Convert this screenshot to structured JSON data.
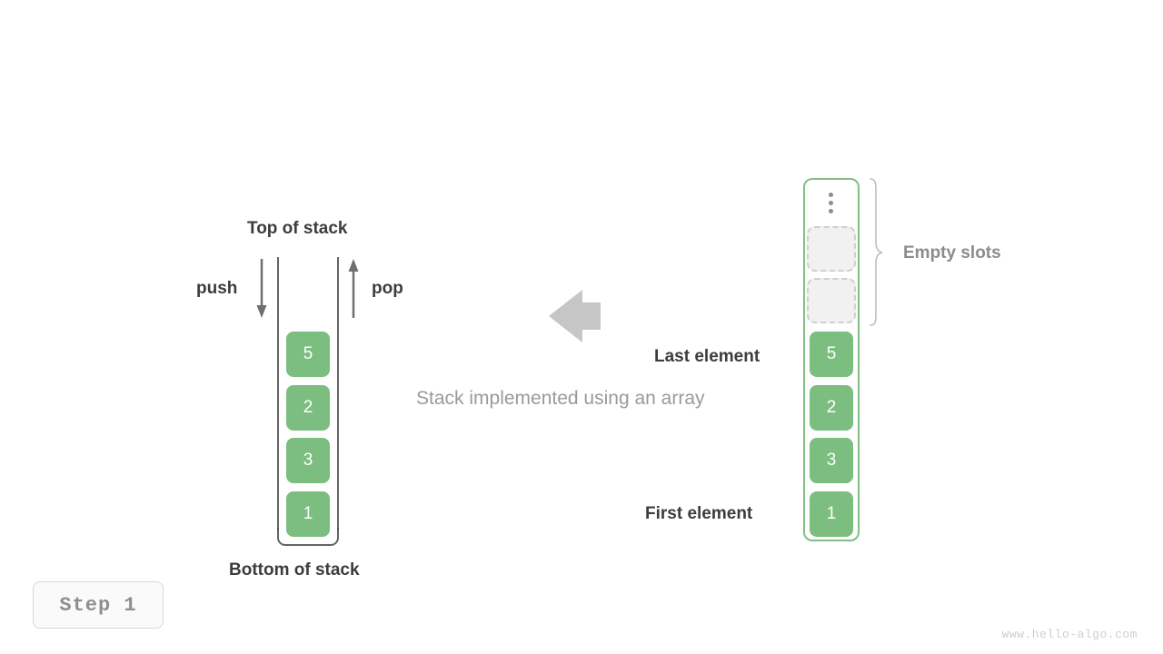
{
  "diagram": {
    "caption": "Stack implemented using an array",
    "step_badge": "Step 1",
    "watermark": "www.hello-algo.com",
    "accent_green": "#7cbd80",
    "border_green": "#82be86",
    "label_dark": "#3c3c3c",
    "label_gray": "#8c8c8c",
    "arrow_gray": "#c6c6c6"
  },
  "left_stack": {
    "top_label": "Top of stack",
    "bottom_label": "Bottom of stack",
    "push_label": "push",
    "pop_label": "pop",
    "push_arrow_icon": "arrow-down-icon",
    "pop_arrow_icon": "arrow-up-icon",
    "values": [
      "5",
      "2",
      "3",
      "1"
    ]
  },
  "transform_arrow": {
    "icon": "arrow-left-icon",
    "direction": "left"
  },
  "right_array": {
    "ellipsis_icon": "vertical-ellipsis-icon",
    "brace_icon": "curly-brace-icon",
    "empty_slots_label": "Empty slots",
    "last_element_label": "Last element",
    "first_element_label": "First element",
    "empty_slot_count": 2,
    "values": [
      "5",
      "2",
      "3",
      "1"
    ]
  }
}
